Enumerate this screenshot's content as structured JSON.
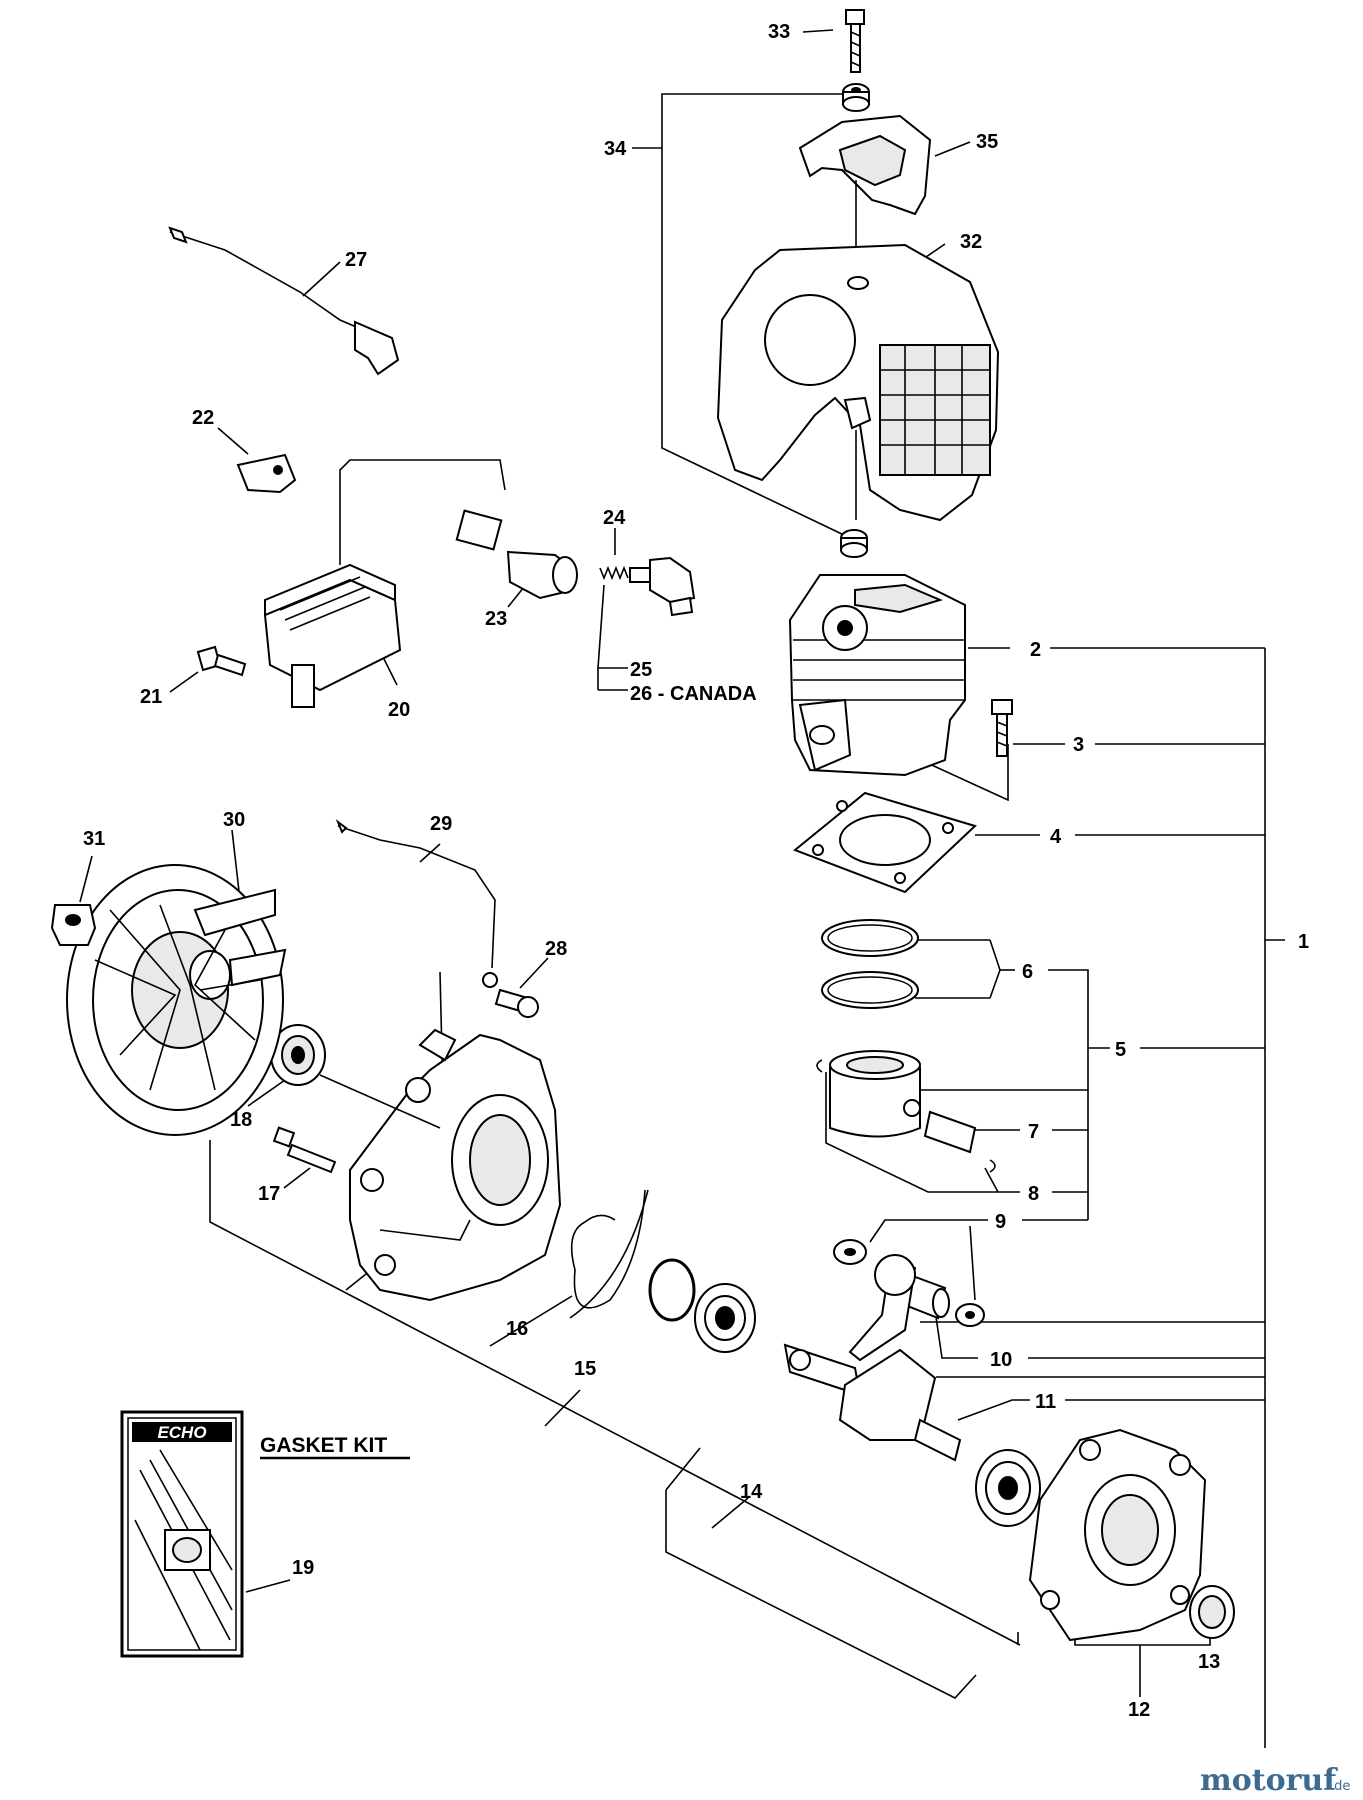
{
  "callouts": {
    "c1": "1",
    "c2": "2",
    "c3": "3",
    "c4": "4",
    "c5": "5",
    "c6": "6",
    "c7": "7",
    "c8": "8",
    "c9": "9",
    "c10": "10",
    "c11": "11",
    "c12": "12",
    "c13": "13",
    "c14": "14",
    "c15": "15",
    "c16": "16",
    "c17": "17",
    "c18": "18",
    "c19": "19",
    "c20": "20",
    "c21": "21",
    "c22": "22",
    "c23": "23",
    "c24": "24",
    "c25": "25",
    "c26": "26 - CANADA",
    "c27": "27",
    "c28": "28",
    "c29": "29",
    "c30": "30",
    "c31": "31",
    "c32": "32",
    "c33": "33",
    "c34": "34",
    "c35": "35"
  },
  "gasket_kit": {
    "brand": "ECHO",
    "title": "GASKET KIT"
  },
  "watermark": {
    "name": "motoruf",
    "suffix": ".de"
  }
}
